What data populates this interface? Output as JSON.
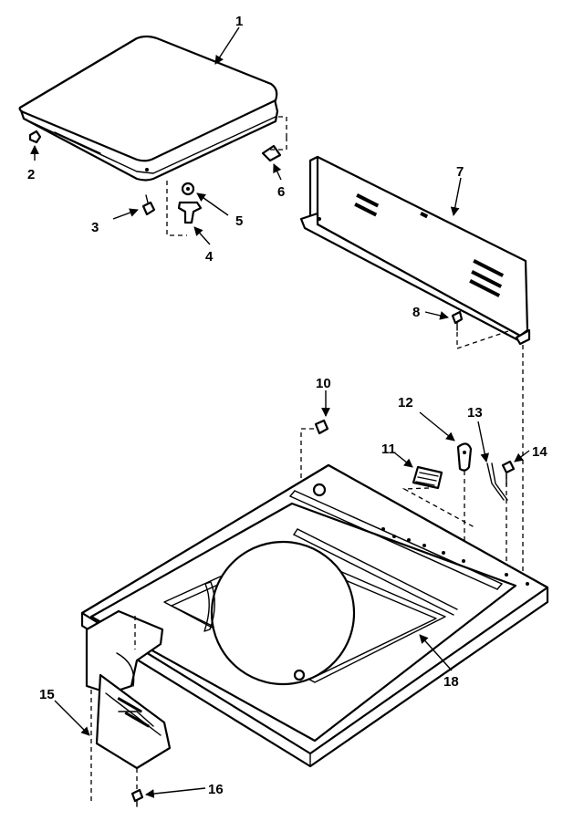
{
  "colors": {
    "line": "#000000",
    "background": "#ffffff"
  },
  "callouts": {
    "c1": "1",
    "c2": "2",
    "c3": "3",
    "c4": "4",
    "c5": "5",
    "c6": "6",
    "c7": "7",
    "c8": "8",
    "c10": "10",
    "c11": "11",
    "c12": "12",
    "c13": "13",
    "c14": "14",
    "c15": "15",
    "c16": "16",
    "c18": "18"
  }
}
